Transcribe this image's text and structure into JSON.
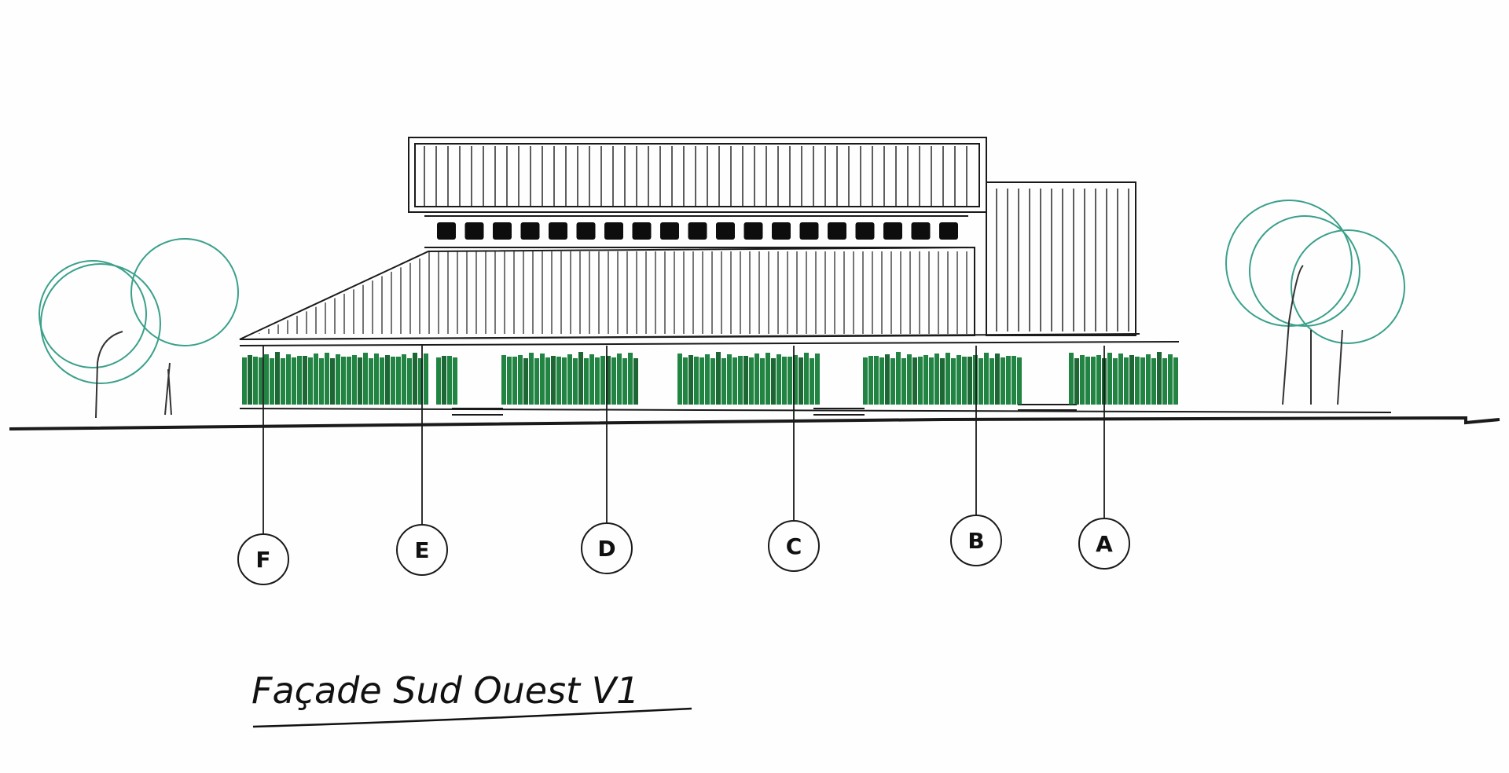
{
  "drawing": {
    "title": "Façade Sud Ouest V1",
    "axes": [
      "F",
      "E",
      "D",
      "C",
      "B",
      "A"
    ]
  },
  "colors": {
    "ink": "#1a1a1a",
    "vegetation": "#0e7a32",
    "vegetation_dark": "#0a5a24",
    "tree_outline": "#3aa08a",
    "window": "#0d0d0d",
    "paper": "#fefefe"
  }
}
